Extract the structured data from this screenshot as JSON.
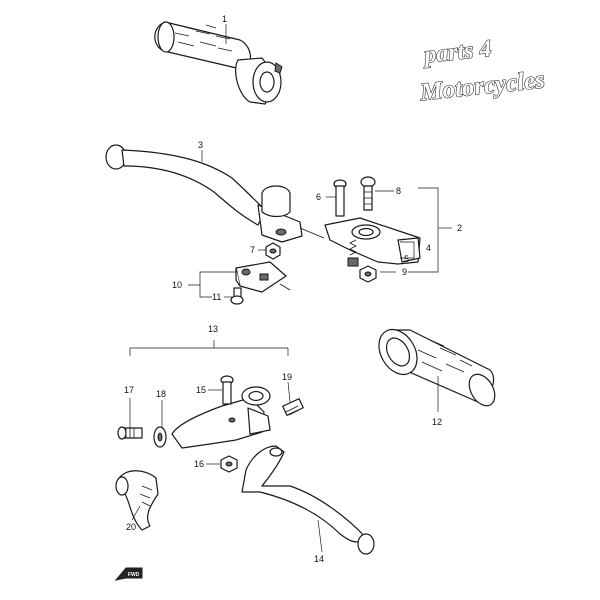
{
  "logo": {
    "line1": "parts 4",
    "line2": "Motorcycles"
  },
  "forward_marker": "FWD",
  "callouts": [
    {
      "id": "c1",
      "text": "1"
    },
    {
      "id": "c2",
      "text": "2"
    },
    {
      "id": "c3",
      "text": "3"
    },
    {
      "id": "c4",
      "text": "4"
    },
    {
      "id": "c5",
      "text": "5"
    },
    {
      "id": "c6",
      "text": "6"
    },
    {
      "id": "c7",
      "text": "7"
    },
    {
      "id": "c8",
      "text": "8"
    },
    {
      "id": "c9",
      "text": "9"
    },
    {
      "id": "c10",
      "text": "10"
    },
    {
      "id": "c11",
      "text": "11"
    },
    {
      "id": "c12",
      "text": "12"
    },
    {
      "id": "c13",
      "text": "13"
    },
    {
      "id": "c14",
      "text": "14"
    },
    {
      "id": "c15",
      "text": "15"
    },
    {
      "id": "c16",
      "text": "16"
    },
    {
      "id": "c17",
      "text": "17"
    },
    {
      "id": "c18",
      "text": "18"
    },
    {
      "id": "c19",
      "text": "19"
    },
    {
      "id": "c20",
      "text": "20"
    }
  ]
}
